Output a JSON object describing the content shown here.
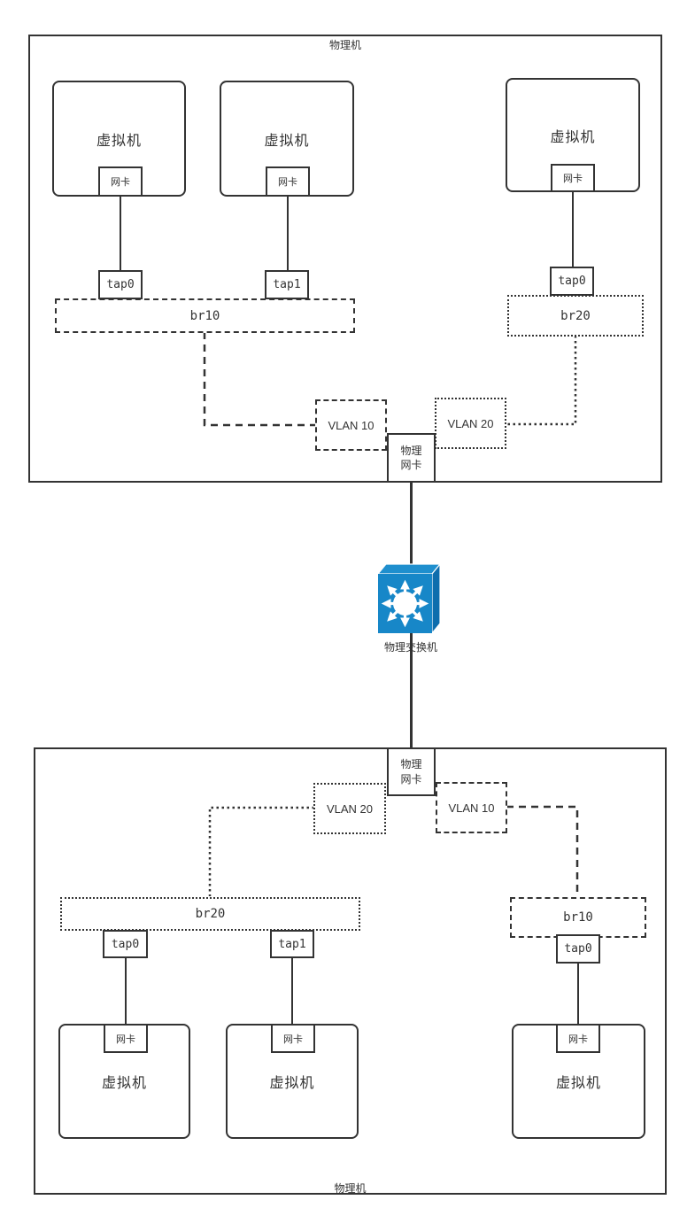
{
  "colors": {
    "line": "#333333",
    "text": "#333333",
    "switch_blue_front": "#1787c8",
    "switch_blue_top": "#1f8fce",
    "switch_blue_side": "#0e6dad",
    "background": "#ffffff"
  },
  "top_machine": {
    "label": "物理机",
    "vms": [
      {
        "label": "虚拟机",
        "nic": "网卡"
      },
      {
        "label": "虚拟机",
        "nic": "网卡"
      },
      {
        "label": "虚拟机",
        "nic": "网卡"
      }
    ],
    "taps": [
      "tap0",
      "tap1",
      "tap0"
    ],
    "bridges": [
      {
        "label": "br10",
        "style": "dashed"
      },
      {
        "label": "br20",
        "style": "dotted"
      }
    ],
    "vlans": [
      {
        "label": "VLAN 10",
        "style": "dashed"
      },
      {
        "label": "VLAN 20",
        "style": "dotted"
      }
    ],
    "physical_nic": "物理网卡"
  },
  "switch": {
    "label": "物理交换机"
  },
  "bottom_machine": {
    "label": "物理机",
    "physical_nic": "物理网卡",
    "vlans": [
      {
        "label": "VLAN 20",
        "style": "dotted"
      },
      {
        "label": "VLAN 10",
        "style": "dashed"
      }
    ],
    "bridges": [
      {
        "label": "br20",
        "style": "dotted"
      },
      {
        "label": "br10",
        "style": "dashed"
      }
    ],
    "taps": [
      "tap0",
      "tap1",
      "tap0"
    ],
    "vms": [
      {
        "label": "虚拟机",
        "nic": "网卡"
      },
      {
        "label": "虚拟机",
        "nic": "网卡"
      },
      {
        "label": "虚拟机",
        "nic": "网卡"
      }
    ]
  }
}
